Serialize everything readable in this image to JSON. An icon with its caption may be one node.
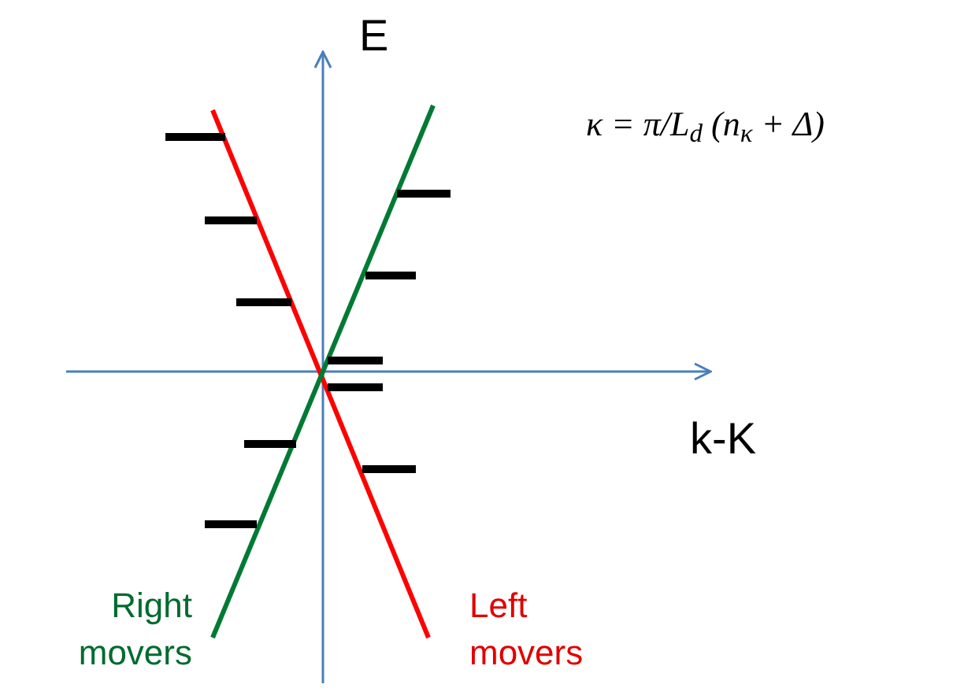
{
  "diagram": {
    "labels": [
      "E",
      "κ = π/L$_{d}$ (n$_{κ}$ + Δ)",
      "k-K",
      "Right movers",
      "Left movers"
    ]
  }
}
